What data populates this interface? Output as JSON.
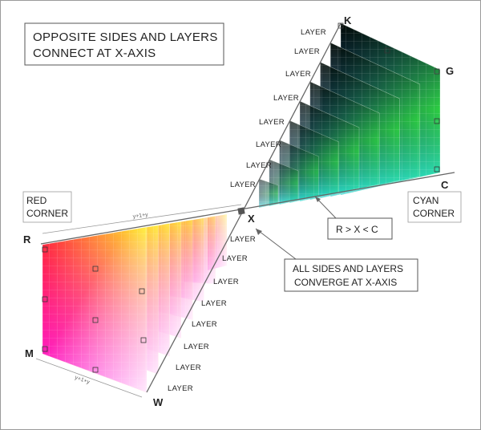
{
  "title": {
    "line1": "OPPOSITE  SIDES AND LAYERS",
    "line2": "CONNECT AT X-AXIS"
  },
  "corners": {
    "K": "K",
    "G": "G",
    "C": "C",
    "R": "R",
    "M": "M",
    "W": "W",
    "X": "X"
  },
  "notes": {
    "red_corner_line1": "RED",
    "red_corner_line2": "CORNER",
    "cyan_corner_line1": "CYAN",
    "cyan_corner_line2": "CORNER",
    "formula": "R > X < C",
    "converge_line1": "ALL SIDES AND LAYERS",
    "converge_line2": "CONVERGE AT X-AXIS",
    "dim_top": "y+1+y",
    "dim_side": "y+1+y"
  },
  "layer_label": "LAYER",
  "colors": {
    "frame": "#9a9a9a",
    "axis": "#666666",
    "text": "#222222"
  }
}
